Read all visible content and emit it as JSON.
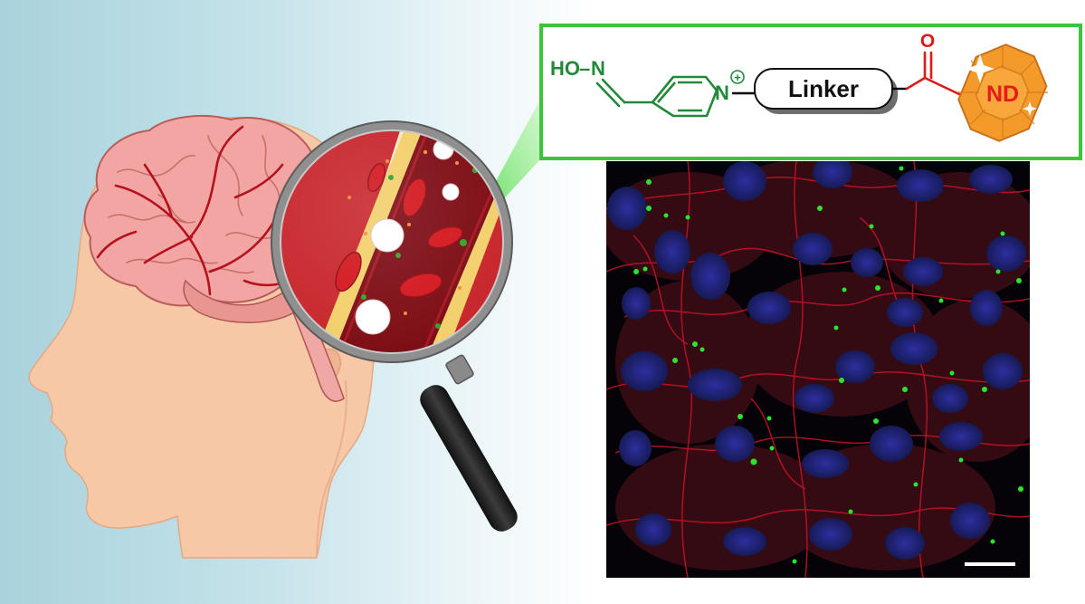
{
  "structure": {
    "hydroxyl_group": "HO",
    "dash": "–",
    "nitrogen_oxime": "N",
    "nitrogen_pyridinium": "N",
    "positive_charge": "+",
    "oxygen": "O",
    "linker_label": "Linker",
    "nanodiamond_label": "ND"
  },
  "colors": {
    "accent_green": "#1fa82a",
    "molecule_green": "#22883a",
    "carbonyl_red": "#dd1a1a",
    "nanodiamond_orange": "#f39a2a",
    "nanodiamond_label": "#e8191a",
    "background_blue": "#a9d2dc"
  },
  "icons": {
    "head": "human-head-profile-icon",
    "brain": "brain-with-vessels-icon",
    "magnifier": "magnifying-glass-icon",
    "nanodiamond": "nanodiamond-sparkle-icon"
  }
}
